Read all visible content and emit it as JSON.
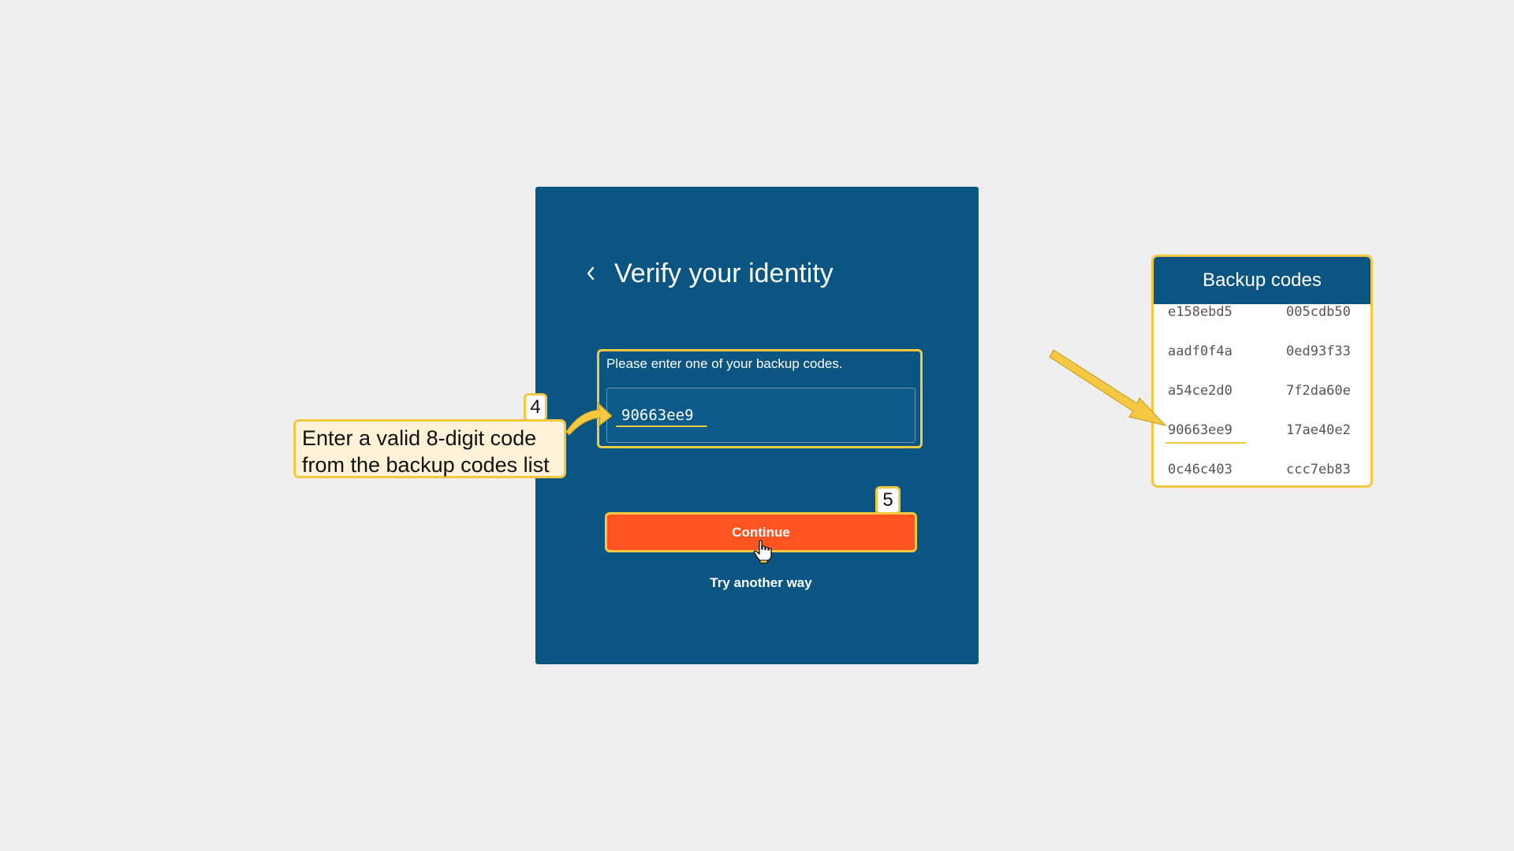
{
  "verify": {
    "title": "Verify your identity",
    "field_label": "Please enter one of your backup codes.",
    "code_value": "90663ee9",
    "continue_label": "Continue",
    "alt_link": "Try another way"
  },
  "annotations": {
    "step4": "4",
    "step5": "5",
    "callout_line1": "Enter a valid 8-digit code",
    "callout_line2": "from the backup codes list"
  },
  "backup_codes": {
    "title": "Backup codes",
    "codes": [
      [
        "e158ebd5",
        "005cdb50"
      ],
      [
        "aadf0f4a",
        "0ed93f33"
      ],
      [
        "a54ce2d0",
        "7f2da60e"
      ],
      [
        "90663ee9",
        "17ae40e2"
      ],
      [
        "0c46c403",
        "ccc7eb83"
      ]
    ],
    "highlighted": "90663ee9"
  },
  "colors": {
    "card_background": "#0a5582",
    "accent_highlight": "#f5c842",
    "continue_button": "#ff5322",
    "page_background": "#efefef"
  }
}
